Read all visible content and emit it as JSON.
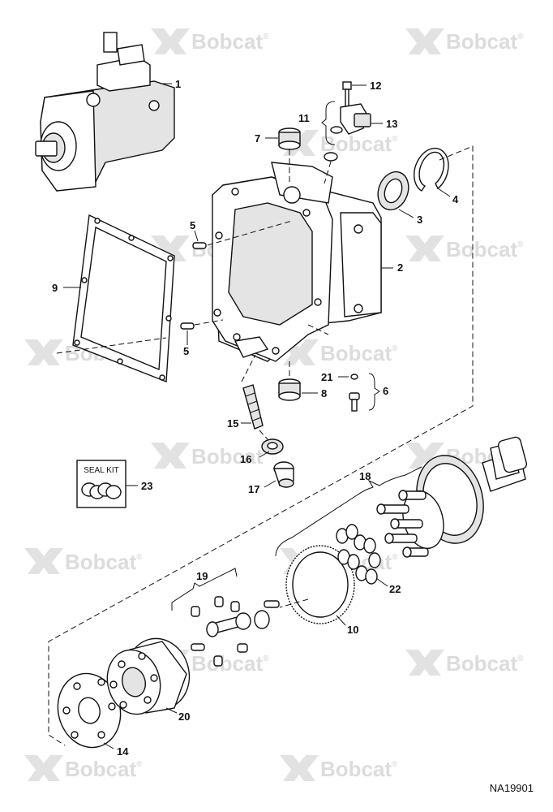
{
  "watermark": {
    "text": "Bobcat",
    "mark": "®",
    "color": "#dcdcdc"
  },
  "reference": "NA19901",
  "seal_kit": {
    "label": "SEAL KIT",
    "callout": "23"
  },
  "callouts": {
    "c1": "1",
    "c2": "2",
    "c3": "3",
    "c4": "4",
    "c5a": "5",
    "c5b": "5",
    "c6": "6",
    "c7": "7",
    "c8": "8",
    "c9": "9",
    "c10": "10",
    "c11": "11",
    "c12": "12",
    "c13": "13",
    "c14": "14",
    "c15": "15",
    "c16": "16",
    "c17": "17",
    "c18": "18",
    "c19": "19",
    "c20": "20",
    "c21": "21",
    "c22": "22"
  }
}
